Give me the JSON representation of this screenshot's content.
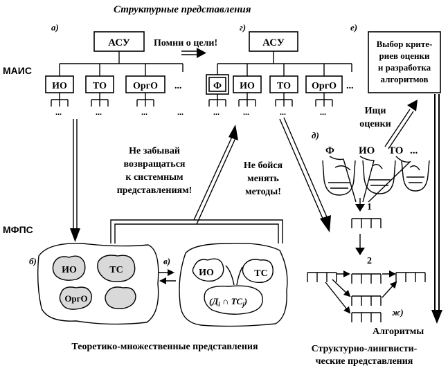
{
  "title": "Структурные представления",
  "levels": {
    "mais": "МАИС",
    "mfps": "МФПС"
  },
  "panel_a": {
    "letter": "а)",
    "root": "АСУ",
    "children": [
      "ИО",
      "ТО",
      "ОргО"
    ],
    "more": "...",
    "dots": "..."
  },
  "remember_goal": "Помни о цели!",
  "panel_g": {
    "letter": "г)",
    "root": "АСУ",
    "children": [
      "Ф",
      "ИО",
      "ТО",
      "ОргО"
    ],
    "more": "...",
    "dots": "..."
  },
  "panel_e": {
    "letter": "е)",
    "box_lines": [
      "Выбор крите-",
      "риев оценки",
      "и разработка",
      "алгоритмов"
    ]
  },
  "seek_estimates": [
    "Ищи",
    "оценки"
  ],
  "panel_d": {
    "letter": "д)",
    "labels": [
      "Ф",
      "ИО",
      "ТО",
      "..."
    ],
    "step1": "1",
    "step2": "2"
  },
  "dont_forget": [
    "Не забывай",
    "возвращаться",
    "к системным",
    "представлениям!"
  ],
  "dont_fear": [
    "Не бойся",
    "менять",
    "методы!"
  ],
  "panel_b": {
    "letter": "б)",
    "blobs": [
      "ИО",
      "ТС",
      "ОргО"
    ]
  },
  "panel_v": {
    "letter": "в)",
    "blobs": [
      "ИО",
      "ТС",
      "(Д",
      "i",
      " ∩ ТС",
      "j",
      ")"
    ]
  },
  "panel_zh": {
    "letter": "ж)",
    "label": "Алгоритмы"
  },
  "caption_left": "Теоретико-множественные представления",
  "caption_right": [
    "Структурно-лингвисти-",
    "ческие представления"
  ]
}
